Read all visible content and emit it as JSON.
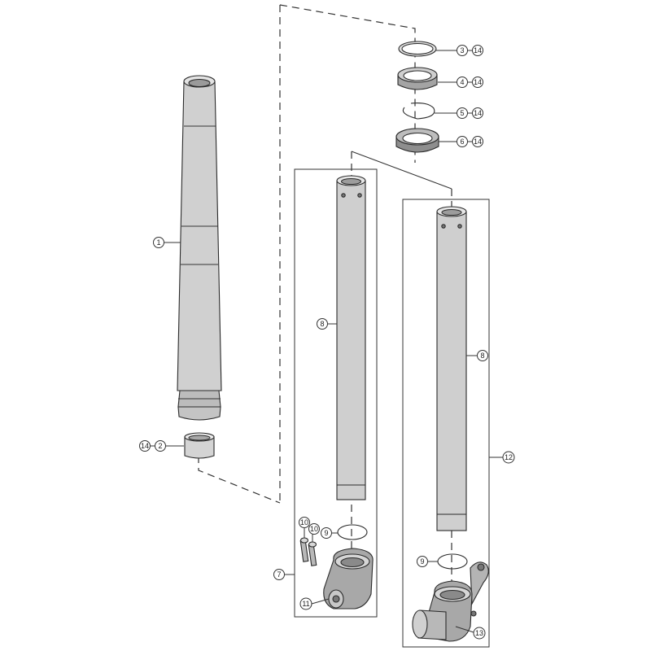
{
  "callouts": {
    "c3": "3",
    "c4": "4",
    "c5": "5",
    "c6": "6",
    "c14a": "14",
    "c14b": "14",
    "c14c": "14",
    "c14d": "14",
    "c14e": "14",
    "c1": "1",
    "c2": "2",
    "c8a": "8",
    "c8b": "8",
    "c12": "12",
    "c7": "7",
    "c9a": "9",
    "c9b": "9",
    "c10a": "10",
    "c10b": "10",
    "c11": "11",
    "c13": "13"
  },
  "colors": {
    "part_fill": "#c8c8c8",
    "part_fill_dark": "#9a9a9a",
    "part_fill_light": "#e2e2e2",
    "line": "#333333"
  }
}
